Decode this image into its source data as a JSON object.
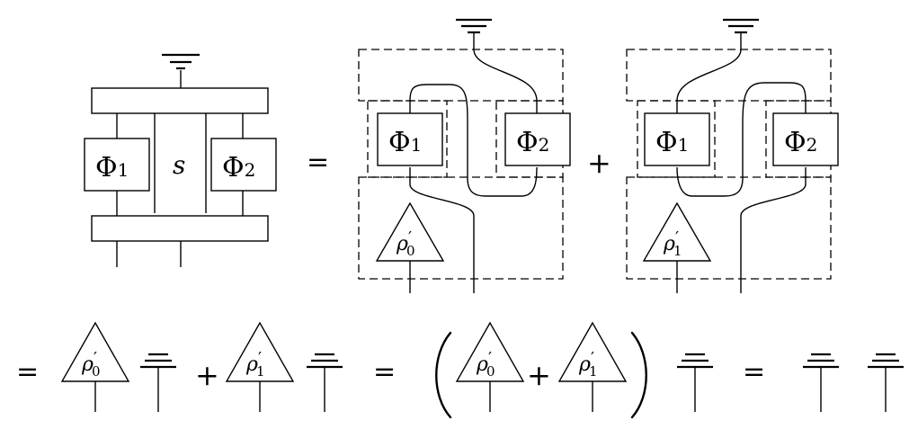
{
  "symbols": {
    "phi": "Φ",
    "sub1": "1",
    "sub2": "2",
    "rho": "ρ",
    "prime": "′",
    "sub0": "0",
    "s": "s",
    "equals": "=",
    "plus": "+"
  }
}
